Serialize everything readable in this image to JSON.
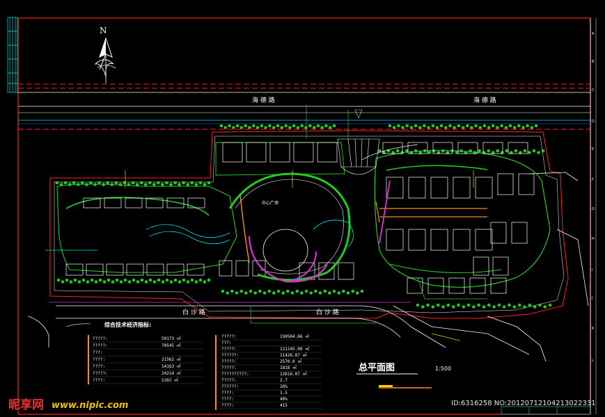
{
  "plan": {
    "north_label": "N",
    "road_top_left": "海 德 路",
    "road_top_right": "海 德 路",
    "road_bottom_left": "白 沙 路",
    "road_bottom_right": "白 沙 路",
    "title": "总平面图",
    "scale": "1:500",
    "center_label": "中心广场",
    "colors": {
      "frame": "#ff2020",
      "dash": "#ff2020",
      "cyan": "#00e5e5",
      "green": "#22cc22",
      "white": "#ffffff",
      "magenta": "#cc33cc",
      "orange": "#ff8c1a",
      "yellow": "#ffd000"
    }
  },
  "table": {
    "heading": "综合技术经济指标:",
    "left_rows": [
      {
        "label": "?????:",
        "value": "50173 ㎡"
      },
      {
        "label": "?????:",
        "value": "70545 ㎡"
      },
      {
        "label": "???:",
        "value": ""
      },
      {
        "label": "????:",
        "value": "21562 ㎡"
      },
      {
        "label": "????:",
        "value": "14163 ㎡"
      },
      {
        "label": "?????:",
        "value": "24214 ㎡"
      },
      {
        "label": "????:",
        "value": "5302 ㎡"
      }
    ],
    "right_rows": [
      {
        "label": "?????:",
        "value": "150564.66 ㎡"
      },
      {
        "label": "???:",
        "value": ""
      },
      {
        "label": "?????:",
        "value": "121145.99 ㎡"
      },
      {
        "label": "??????:",
        "value": "11426.87 ㎡"
      },
      {
        "label": "?????:",
        "value": "2570.0 ㎡"
      },
      {
        "label": "?????:",
        "value": "1818 ㎡"
      },
      {
        "label": "??????????:",
        "value": "12616.07 ㎡"
      },
      {
        "label": "?????:",
        "value": "2.7"
      },
      {
        "label": "??????:",
        "value": "26%"
      },
      {
        "label": "????:",
        "value": "1.5"
      },
      {
        "label": "????:",
        "value": "40%"
      },
      {
        "label": "????:",
        "value": "415"
      }
    ]
  },
  "watermark": {
    "logo": "昵享网",
    "url": "www.nipic.com",
    "id_text": "ID:6316258 NO:20120712104213022331"
  }
}
